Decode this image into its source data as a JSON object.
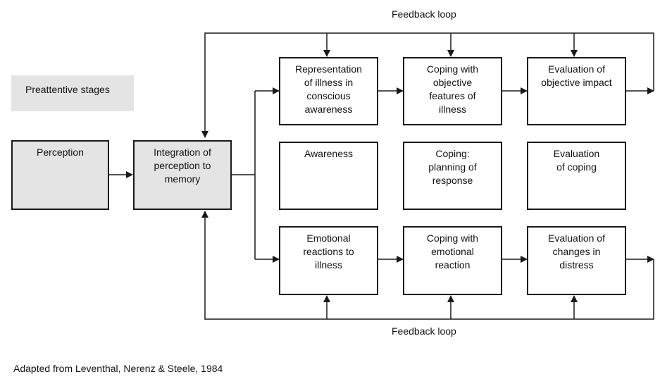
{
  "legend": {
    "label": "Preattentive stages"
  },
  "feedback": {
    "top_label": "Feedback loop",
    "bottom_label": "Feedback loop"
  },
  "nodes": {
    "perception": "Perception",
    "integration": "Integration of\nperception to\nmemory",
    "representation": "Representation\nof illness in\nconscious\nawareness",
    "coping_objective": "Coping with\nobjective\nfeatures of\nillness",
    "evaluation_objective": "Evaluation of\nobjective impact",
    "awareness": "Awareness",
    "coping_planning": "Coping:\nplanning of\nresponse",
    "evaluation_coping": "Evaluation\nof coping",
    "emotional_reactions": "Emotional\nreactions to\nillness",
    "coping_emotional": "Coping with\nemotional\nreaction",
    "evaluation_distress": "Evaluation of\nchanges in\ndistress"
  },
  "source": "Adapted from Leventhal, Nerenz & Steele, 1984"
}
